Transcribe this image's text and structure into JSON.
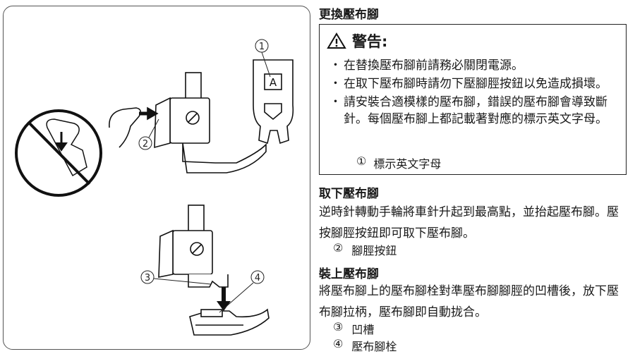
{
  "title": "更換壓布腳",
  "warning": {
    "heading": "警告:",
    "items": [
      "在替換壓布腳前請務必關閉電源。",
      "在取下壓布腳時請勿下壓腳脛按鈕以免造成損壞。",
      "請安裝合適模樣的壓布腳，錯誤的壓布腳會導致斷針。每個壓布腳上都記載著對應的標示英文字母。"
    ],
    "note_num": "①",
    "note_text": "標示英文字母"
  },
  "remove": {
    "heading": "取下壓布腳",
    "body": "逆時針轉動手輪將車針升起到最高點，並抬起壓布腳。壓按腳脛按鈕即可取下壓布腳。",
    "note_num": "②",
    "note_text": "腳脛按鈕"
  },
  "attach": {
    "heading": "裝上壓布腳",
    "body": "將壓布腳上的壓布腳栓對準壓布腳腳脛的凹槽後，放下壓布腳拉柄，壓布腳即自動拢合。",
    "notes": [
      {
        "num": "③",
        "text": "凹槽"
      },
      {
        "num": "④",
        "text": "壓布腳栓"
      }
    ]
  },
  "illustration": {
    "callouts": [
      "①",
      "②",
      "③",
      "④"
    ],
    "foot_letter": "A"
  }
}
